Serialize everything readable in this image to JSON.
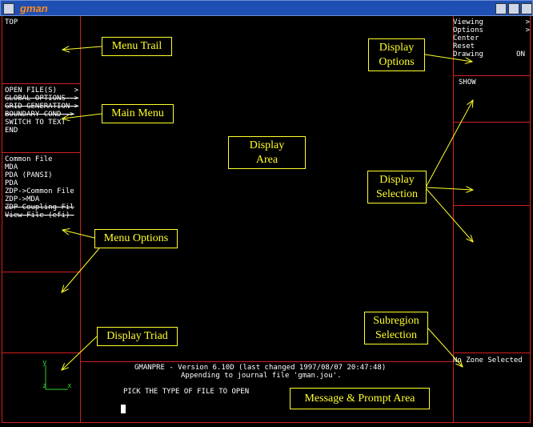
{
  "window": {
    "title": "gman"
  },
  "menu_trail": {
    "text": "TOP"
  },
  "main_menu": {
    "items": [
      "OPEN FILE(S)    >",
      "GLOBAL OPTIONS-->",
      "GRID GENERATION->",
      "BOUNDARY COND-->",
      "SWITCH TO TEXT",
      "END"
    ]
  },
  "menu_options": {
    "items": [
      "Common File",
      "MDA",
      "PDA (PANSI)",
      "PDA",
      "ZDP->Common File",
      "ZDP->MDA",
      "ZDP Coupling Fil",
      "View-File-(efi)-"
    ]
  },
  "display_options": {
    "items": [
      {
        "label": "Viewing",
        "suffix": ">"
      },
      {
        "label": "Options",
        "suffix": ">"
      },
      {
        "label": "Center",
        "suffix": ""
      },
      {
        "label": "Reset",
        "suffix": ""
      },
      {
        "label": "Drawing",
        "suffix": "ON"
      }
    ]
  },
  "display_selection": {
    "label": "SHOW"
  },
  "subregion": {
    "text": "No Zone Selected"
  },
  "triad": {
    "x_label": "x",
    "y_label": "y",
    "z_label": "z"
  },
  "messages": {
    "line1": "GMANPRE - Version 6.10D (last changed 1997/08/07 20:47:48)",
    "line2": "Appending to journal file 'gman.jou'.",
    "prompt": "PICK THE TYPE OF FILE TO OPEN"
  },
  "annotations": {
    "menu_trail": "Menu Trail",
    "main_menu": "Main Menu",
    "menu_options": "Menu Options",
    "display_triad": "Display Triad",
    "display_area_line1": "Display",
    "display_area_line2": "Area",
    "display_options_line1": "Display",
    "display_options_line2": "Options",
    "display_selection_line1": "Display",
    "display_selection_line2": "Selection",
    "subregion_line1": "Subregion",
    "subregion_line2": "Selection",
    "message_area": "Message & Prompt Area"
  },
  "colors": {
    "divider": "#d21f1f",
    "annotation": "#ffff2a",
    "title_bar": "#1f4fb2",
    "title_text": "#ff8c1a",
    "triad": "#2bd62b"
  }
}
